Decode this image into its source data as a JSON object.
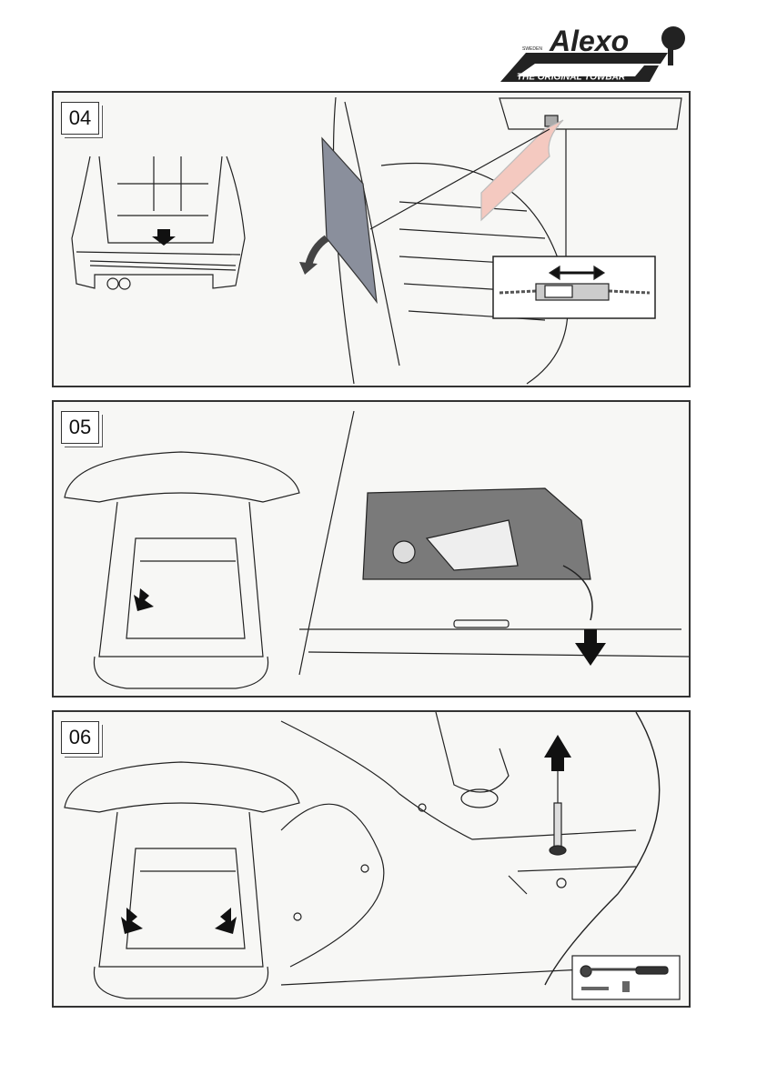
{
  "logo": {
    "brand": "Alexo",
    "country": "SWEDEN",
    "tagline": "THE ORIGINAL TOWBAR"
  },
  "steps": [
    {
      "number": "04"
    },
    {
      "number": "05"
    },
    {
      "number": "06"
    }
  ],
  "colors": {
    "frame": "#333333",
    "panel_bg": "#f7f7f5",
    "trim_panel": "#8a8f9c",
    "well_gray": "#7a7a7a",
    "skin": "#f4c9c0"
  }
}
